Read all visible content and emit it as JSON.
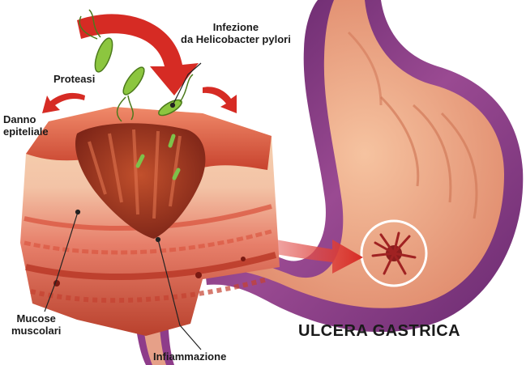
{
  "labels": {
    "infection": "Infezione\nda Helicobacter pylori",
    "protease": "Proteasi",
    "epithelial_damage": "Danno\nepiteliale",
    "muscularis_mucosae": "Mucose\nmuscolari",
    "inflammation": "Infiammazione"
  },
  "title": "ULCERA GASTRICA",
  "colors": {
    "stomach_outer": "#7a2f7d",
    "stomach_inner": "#e8a07a",
    "arrow_red": "#d62b24",
    "tissue_top": "#d9553b",
    "crater": "#a33a22"
  }
}
